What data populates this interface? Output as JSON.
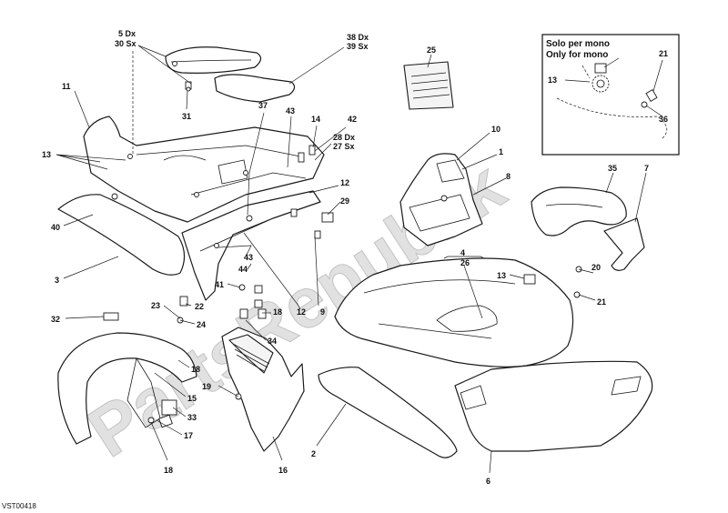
{
  "inset": {
    "title_it": "Solo per mono",
    "title_en": "Only for mono"
  },
  "drawing_code": "VST00418",
  "watermark": "PartsRepublik",
  "labels": {
    "l_5dx": "5 Dx",
    "l_30sx": "30 Sx",
    "l_38dx": "38 Dx",
    "l_39sx": "39 Sx",
    "l_25": "25",
    "l_11": "11",
    "l_13a": "13",
    "l_31": "31",
    "l_37": "37",
    "l_43a": "43",
    "l_14": "14",
    "l_42": "42",
    "l_28dx": "28 Dx",
    "l_27sx": "27 Sx",
    "l_10": "10",
    "l_1": "1",
    "l_8": "8",
    "l_12": "12",
    "l_29": "29",
    "l_35": "35",
    "l_7": "7",
    "l_40": "40",
    "l_3": "3",
    "l_43b": "43",
    "l_44": "44",
    "l_41": "41",
    "l_4": "4",
    "l_26": "26",
    "l_13b": "13",
    "l_20": "20",
    "l_21b": "21",
    "l_23": "23",
    "l_22": "22",
    "l_32": "32",
    "l_24": "24",
    "l_18a": "18",
    "l_12b": "12",
    "l_9": "9",
    "l_34": "34",
    "l_18b": "18",
    "l_19": "19",
    "l_15": "15",
    "l_33": "33",
    "l_17": "17",
    "l_18c": "18",
    "l_16": "16",
    "l_2": "2",
    "l_6": "6",
    "l_13c": "13",
    "l_21a": "21",
    "l_36": "36"
  }
}
